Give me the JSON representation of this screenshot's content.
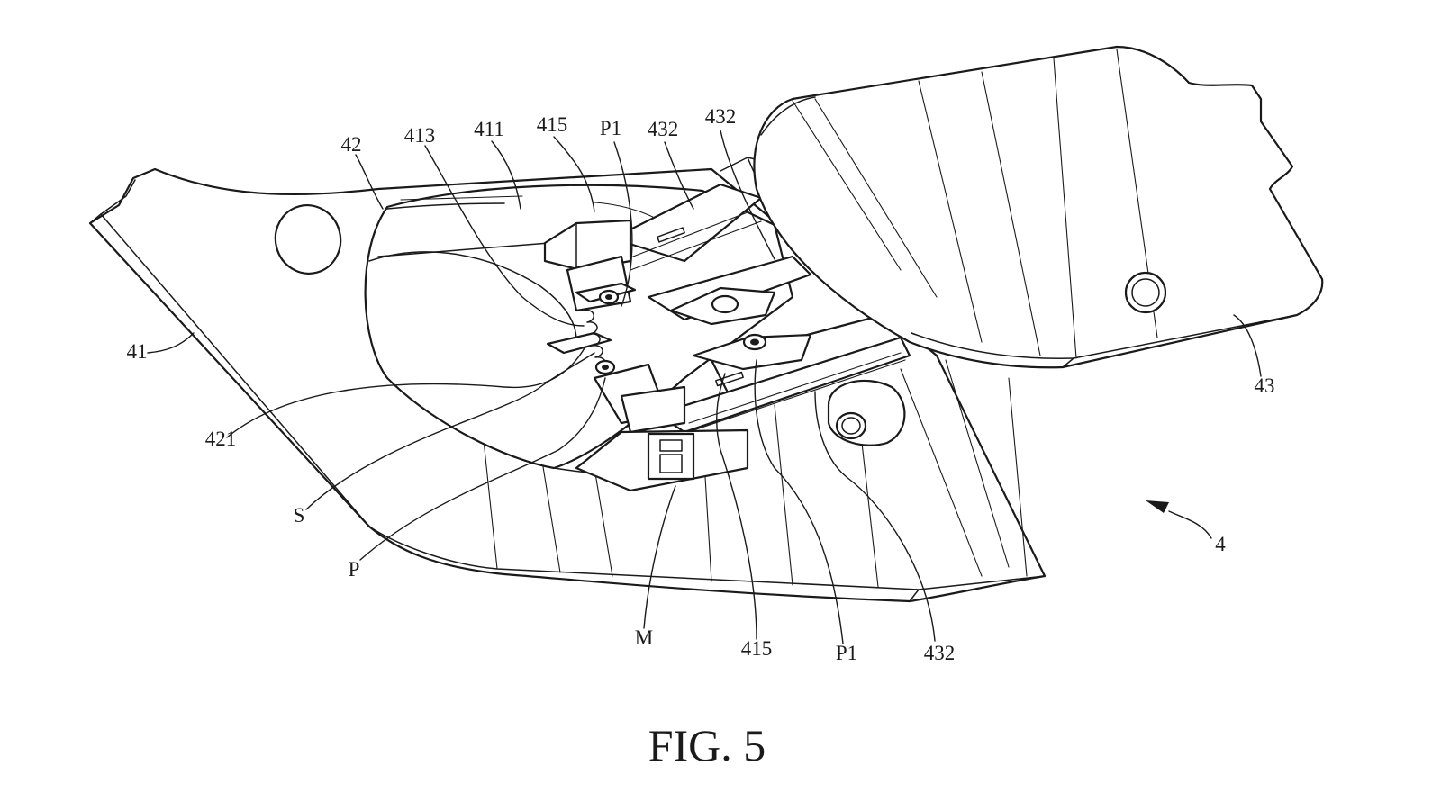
{
  "figure": {
    "caption": "FIG. 5",
    "reference_labels": {
      "r41": "41",
      "r42": "42",
      "r413": "413",
      "r411": "411",
      "r415_top": "415",
      "rP1_top": "P1",
      "r432_top_a": "432",
      "r432_top_b": "432",
      "r43": "43",
      "r4": "4",
      "r421": "421",
      "rS": "S",
      "rP": "P",
      "rM": "M",
      "r415_bottom": "415",
      "rP1_bottom": "P1",
      "r432_bottom": "432"
    }
  }
}
